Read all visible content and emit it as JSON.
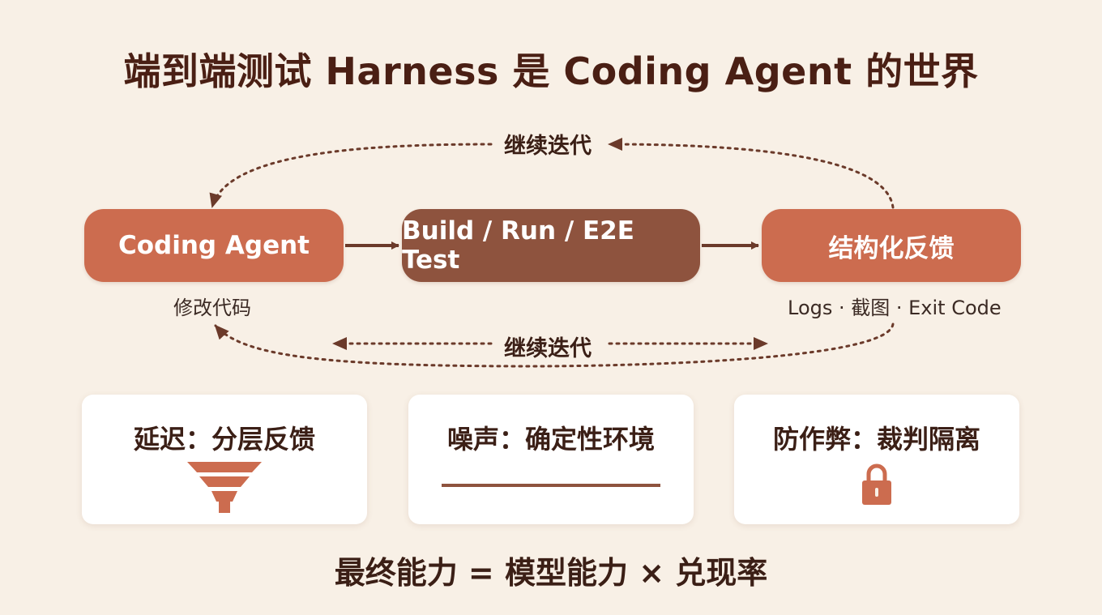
{
  "title": "端到端测试 Harness 是 Coding Agent 的世界",
  "flow": {
    "nodes": [
      {
        "label": "Coding Agent",
        "sublabel": "修改代码"
      },
      {
        "label": "Build / Run / E2E Test"
      },
      {
        "label": "结构化反馈",
        "sublabel": "Logs · 截图 · Exit Code"
      }
    ],
    "loop_top_label": "继续迭代",
    "loop_bottom_label": "继续迭代"
  },
  "cards": [
    {
      "title": "延迟：分层反馈",
      "icon": "funnel-icon"
    },
    {
      "title": "噪声：确定性环境",
      "icon": "flat-line-icon"
    },
    {
      "title": "防作弊：裁判隔离",
      "icon": "lock-icon"
    }
  ],
  "formula": "最终能力 = 模型能力 × 兑现率",
  "colors": {
    "background": "#f8f0e6",
    "accent": "#cc6c4f",
    "accent_dark": "#8e533e",
    "arrow": "#6b3a2a",
    "text": "#3b1f16"
  }
}
